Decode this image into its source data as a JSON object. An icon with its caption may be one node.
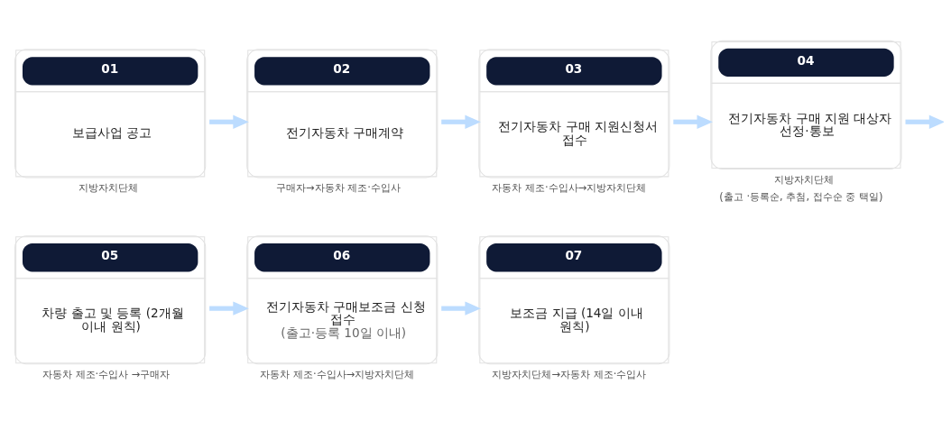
{
  "diagram": {
    "nodes": [
      {
        "text": [
          "01",
          "보급사업 공고"
        ],
        "beside": [
          "지방자치단체"
        ]
      },
      {
        "text": [
          "02",
          "전기자동차 구매계약"
        ],
        "beside": [
          "구매자→자동차 제조·수입사"
        ]
      },
      {
        "text": [
          "03",
          "전기자동차 구매 지원신청서 접수"
        ],
        "beside": [
          "자동차 제조·수입사→지방자치단체"
        ]
      },
      {
        "text": [
          "04",
          "전기자동차 구매 지원 대상자 선정·통보"
        ],
        "beside": [
          "지방자치단체",
          "(출고 ·등록순, 추첨, 접수순 중 택일)"
        ]
      },
      {
        "text": [
          "05",
          "차량 출고 및 등록 (2개월 이내 원칙)"
        ],
        "beside": [
          "자동차 제조·수입사 →구매자"
        ]
      },
      {
        "text": [
          "06",
          "전기자동차 구매보조금 신청 접수",
          "(출고·등록 10일 이내)"
        ],
        "beside": [
          "자동차 제조·수입사→지방자치단체"
        ]
      },
      {
        "text": [
          "07",
          "보조금 지급 (14일 이내 원칙)"
        ],
        "beside": [
          "지방자치단체→자동차 제조·수입사"
        ]
      }
    ],
    "edges": [
      {
        "from": 0,
        "to": 1,
        "arrow": "to"
      },
      {
        "from": 1,
        "to": 2,
        "arrow": "to"
      },
      {
        "from": 2,
        "to": 3,
        "arrow": "to"
      },
      {
        "from": 3,
        "to": null,
        "arrow": "to"
      },
      {
        "from": 4,
        "to": 5,
        "arrow": "to"
      },
      {
        "from": 5,
        "to": 6,
        "arrow": "to"
      }
    ]
  }
}
